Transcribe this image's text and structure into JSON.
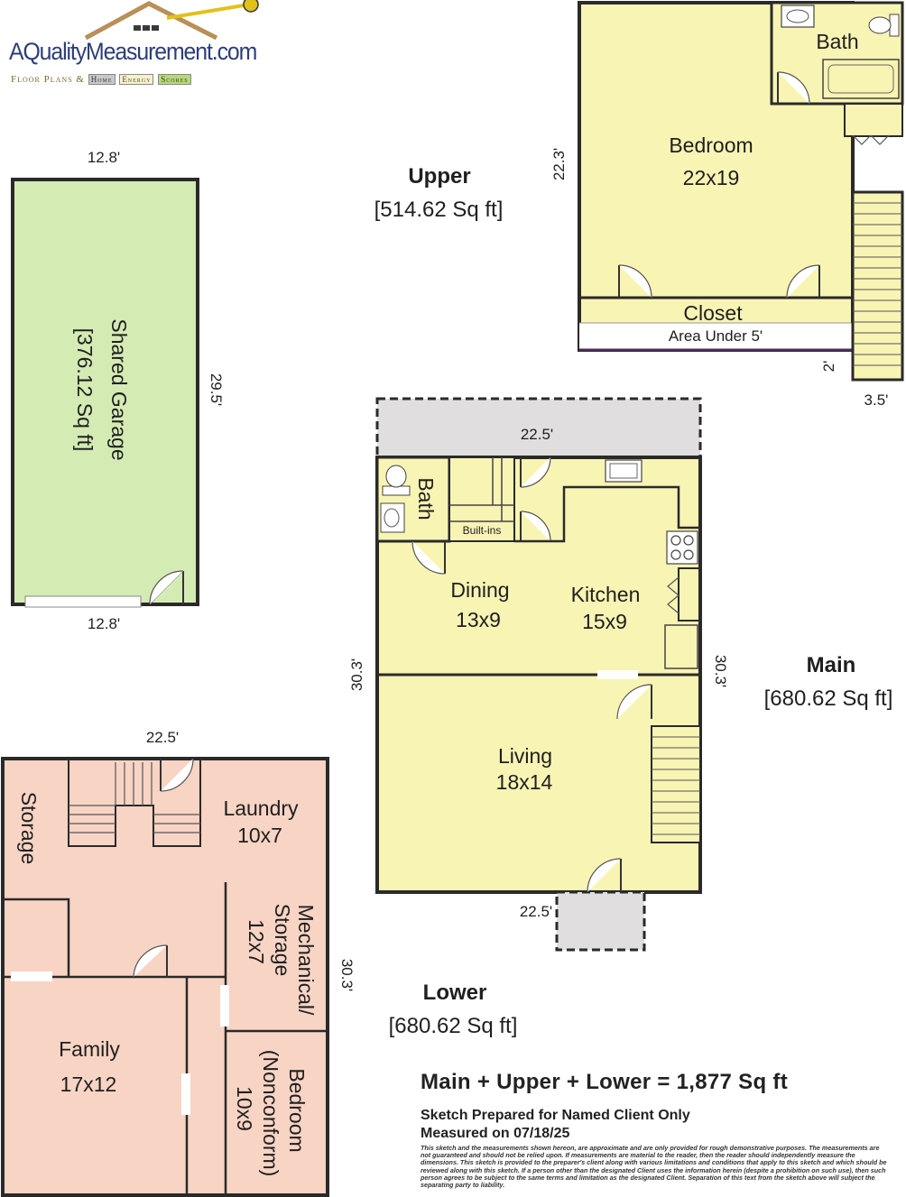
{
  "logo": {
    "brand": "AQualityMeasurement.com",
    "tagline_prefix": "Floor Plans &",
    "home": "Home",
    "energy": "Energy",
    "scores": "Scores"
  },
  "garage": {
    "name": "Shared Garage",
    "area": "[376.12 Sq ft]",
    "dim_top": "12.8'",
    "dim_bottom": "12.8'",
    "dim_side": "29.5'"
  },
  "upper": {
    "heading": "Upper",
    "area": "[514.62 Sq ft]",
    "dim_side": "22.3'",
    "dim_stair_w": "3.5'",
    "dim_stair_small": "2'",
    "rooms": {
      "bath": "Bath",
      "bedroom": "Bedroom",
      "bedroom_size": "22x19",
      "closet": "Closet",
      "under": "Area Under 5'"
    }
  },
  "main": {
    "heading": "Main",
    "area": "[680.62 Sq ft]",
    "dim_top": "22.5'",
    "dim_bottom": "22.5'",
    "dim_left": "30.3'",
    "dim_right": "30.3'",
    "rooms": {
      "bath": "Bath",
      "builtins": "Built-ins",
      "dining": "Dining",
      "dining_size": "13x9",
      "kitchen": "Kitchen",
      "kitchen_size": "15x9",
      "living": "Living",
      "living_size": "18x14"
    }
  },
  "lower": {
    "heading": "Lower",
    "area": "[680.62 Sq ft]",
    "dim_top": "22.5'",
    "dim_right": "30.3'",
    "rooms": {
      "storage": "Storage",
      "laundry": "Laundry",
      "laundry_size": "10x7",
      "mech1": "Mechanical/",
      "mech2": "Storage",
      "mech_size": "12x7",
      "family": "Family",
      "family_size": "17x12",
      "bed1": "Bedroom",
      "bed2": "(Nonconform)",
      "bed_size": "10x9"
    }
  },
  "summary": {
    "total": "Main + Upper + Lower = 1,877 Sq ft",
    "prepared": "Sketch Prepared for Named Client Only",
    "measured": "Measured on 07/18/25",
    "disclaimer": "This sketch and the measurements shown hereon, are approximate and are only provided for rough demonstrative purposes. The measurements are not guaranteed and should not be relied upon. If measurements are material to the reader, then the reader should independently measure the dimensions. This sketch is provided to the preparer's client along with various limitations and conditions that apply to this sketch and which should be reviewed along with this sketch. If a person other than the designated Client uses the information herein (despite a prohibition on such use), then such person agrees to be subject to the same terms and limitation as the designated Client. Separation of this text from the sketch above will subject the separating party to liability."
  },
  "colors": {
    "yellow": "#f8f4b4",
    "green": "#d4ebb4",
    "pink": "#f8d4c4",
    "gray": "#e0dede",
    "wall": "#2a2a2a"
  }
}
